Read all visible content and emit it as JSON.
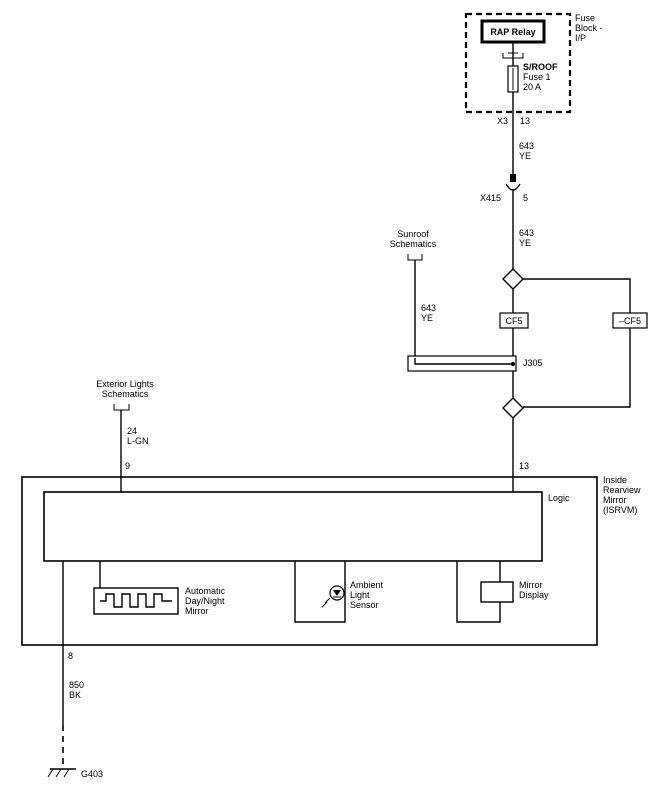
{
  "fuse_block": {
    "label_lines": [
      "Fuse",
      "Block -",
      "I/P"
    ],
    "relay_label": "RAP Relay",
    "fuse_lines": [
      "S/ROOF",
      "Fuse 1",
      "20 A"
    ],
    "conn_left": "X3",
    "conn_pin": "13"
  },
  "wire_top": {
    "circuit": "643",
    "color": "YE"
  },
  "connector_x415": {
    "name": "X415",
    "pin": "5"
  },
  "wire_mid": {
    "circuit": "643",
    "color": "YE"
  },
  "sunroof": {
    "label_lines": [
      "Sunroof",
      "Schematics"
    ],
    "circuit": "643",
    "color": "YE"
  },
  "options": {
    "cf5": "CF5",
    "not_cf5": "–CF5"
  },
  "splice": {
    "name": "J305"
  },
  "exterior_lights": {
    "label_lines": [
      "Exterior Lights",
      "Schematics"
    ],
    "circuit": "24",
    "color": "L-GN"
  },
  "isrvm": {
    "label_lines": [
      "Inside",
      "Rearview",
      "Mirror",
      "(ISRVM)"
    ],
    "pin_left": "9",
    "pin_right": "13",
    "pin_ground": "8",
    "logic_label": "Logic",
    "auto_dimming_lines": [
      "Automatic",
      "Day/Night",
      "Mirror"
    ],
    "ambient_lines": [
      "Ambient",
      "Light",
      "Sensor"
    ],
    "display_lines": [
      "Mirror",
      "Display"
    ]
  },
  "ground_wire": {
    "circuit": "850",
    "color": "BK"
  },
  "ground": {
    "name": "G403"
  }
}
